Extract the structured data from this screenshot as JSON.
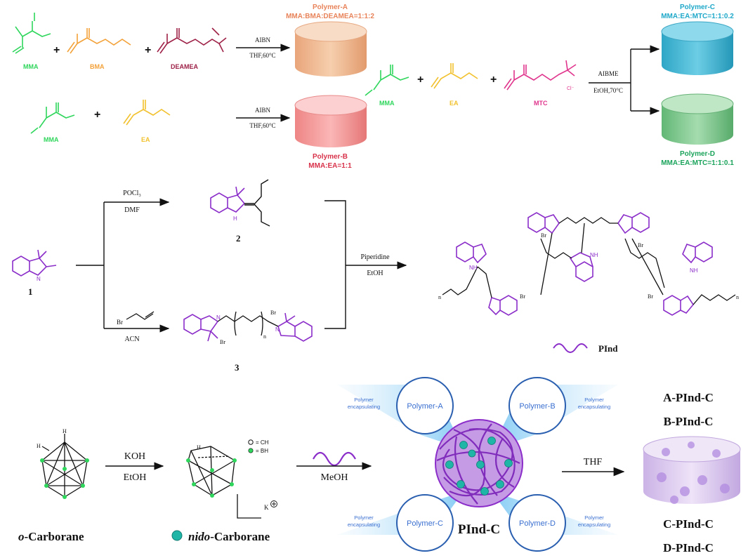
{
  "colors": {
    "mma": "#2fd65c",
    "bma": "#f3a23a",
    "deamea": "#9e2248",
    "ea": "#f2c12e",
    "mtc": "#e0358d",
    "polymer_a_label": "#e8835a",
    "polymer_a_body": "#f0b994",
    "polymer_b_label": "#d8324a",
    "polymer_b_body": "#f59a9a",
    "polymer_c_label": "#1fa8c9",
    "polymer_c_body": "#3fb6d3",
    "polymer_d_label": "#1aa35a",
    "polymer_d_body": "#79c78a",
    "pind": "#8b2ec9",
    "nido": "#1fb6a8",
    "bubble_text": "#3a6fd0",
    "bubble_edge": "#2a5fb0",
    "final_body": "#d9c6ef"
  },
  "section1": {
    "row1": {
      "monomers": [
        "MMA",
        "BMA",
        "DEAMEA"
      ],
      "plus": [
        "+",
        "+"
      ],
      "conditions": [
        "AIBN",
        "THF,60°C"
      ],
      "product_name": "Polymer-A",
      "product_ratio": "MMA:BMA:DEAMEA=1:1:2"
    },
    "row2": {
      "monomers": [
        "MMA",
        "EA"
      ],
      "plus": [
        "+"
      ],
      "conditions": [
        "AIBN",
        "THF,60°C"
      ],
      "product_name": "Polymer-B",
      "product_ratio": "MMA:EA=1:1"
    },
    "row3": {
      "monomers": [
        "MMA",
        "EA",
        "MTC"
      ],
      "plus": [
        "+",
        "+"
      ],
      "counterion": "Cl⁻",
      "conditions": [
        "AIBME",
        "EtOH,70°C"
      ],
      "product_c_name": "Polymer-C",
      "product_c_ratio": "MMA:EA:MTC=1:1:0.2",
      "product_d_name": "Polymer-D",
      "product_d_ratio": "MMA:EA:MTC=1:1:0.1"
    }
  },
  "section2": {
    "compound_1": "1",
    "compound_2": "2",
    "compound_3": "3",
    "step1_conditions": [
      "POCl₃",
      "DMF"
    ],
    "step2_reagent": "Br",
    "step2_solvent": "ACN",
    "step3_conditions": [
      "Piperidine",
      "EtOH"
    ],
    "br_label": "Br",
    "n_label": "n",
    "nh_label": "NH",
    "h_label": "H",
    "n_atom": "N",
    "pind_legend": "PInd"
  },
  "section3": {
    "carborane_label_italic": "o",
    "carborane_label_rest": "-Carborane",
    "nido_label_italic": "nido",
    "nido_label_rest": "-Carborane",
    "legend_ch": "= CH",
    "legend_bh": "= BH",
    "h_atom": "H",
    "k_plus": "K",
    "step1_conditions": [
      "KOH",
      "EtOH"
    ],
    "step2_conditions": [
      "MeOH"
    ],
    "core_label": "PInd-C",
    "bubbles": [
      "Polymer-A",
      "Polymer-B",
      "Polymer-C",
      "Polymer-D"
    ],
    "encapsulating": [
      "Polymer",
      "encapsulating"
    ],
    "final_arrow_label": "THF",
    "final_products": [
      "A-PInd-C",
      "B-PInd-C",
      "C-PInd-C",
      "D-PInd-C"
    ]
  }
}
